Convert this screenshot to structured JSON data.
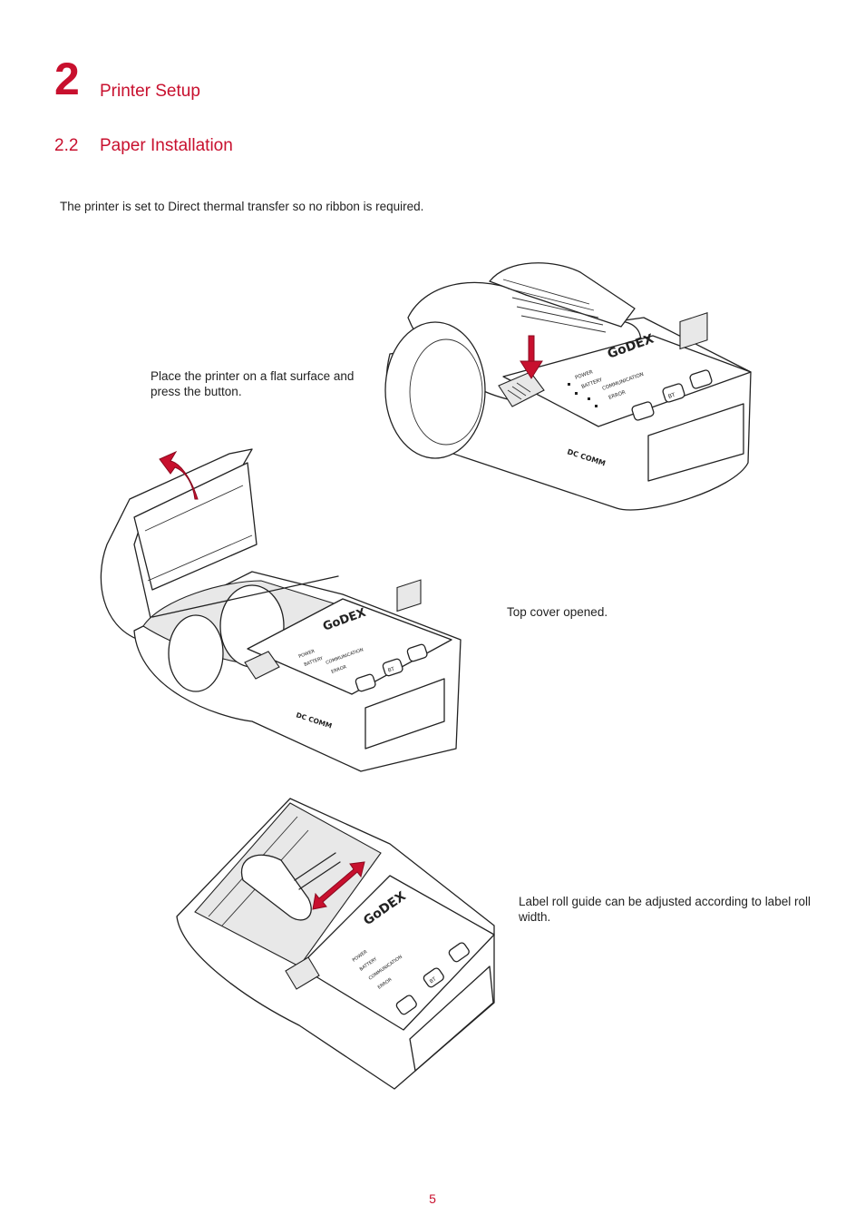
{
  "header": {
    "chapter_number": "2",
    "chapter_title": "Printer Setup",
    "section_number": "2.2",
    "section_title": "Paper Installation"
  },
  "intro_text": "The printer is set to Direct thermal transfer so no ribbon is required.",
  "figures": [
    {
      "caption": "Place the printer on a flat surface and press the button.",
      "brand": "GoDEX",
      "indicators": [
        "POWER",
        "BATTERY",
        "COMMUNICATION",
        "ERROR"
      ],
      "port_label": "DC COMM",
      "bt_label": "BT"
    },
    {
      "caption": "Top cover opened.",
      "brand": "GoDEX",
      "indicators": [
        "POWER",
        "BATTERY",
        "COMMUNICATION",
        "ERROR"
      ],
      "port_label": "DC COMM",
      "bt_label": "BT"
    },
    {
      "caption": "Label roll guide can be adjusted according to label roll width.",
      "brand": "GoDEX",
      "indicators": [
        "POWER",
        "BATTERY",
        "COMMUNICATION",
        "ERROR"
      ],
      "bt_label": "BT"
    }
  ],
  "page_number": "5",
  "colors": {
    "accent": "#c8102e"
  }
}
